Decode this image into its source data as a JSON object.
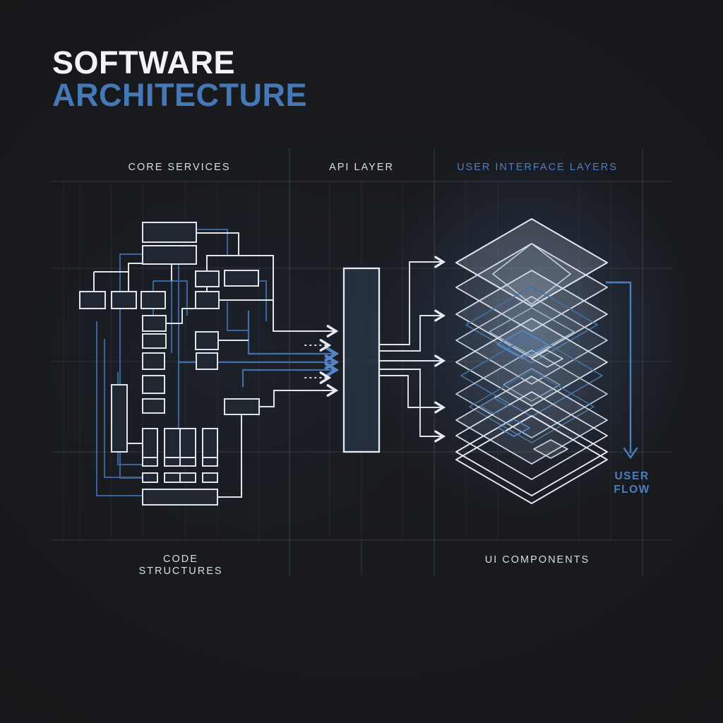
{
  "title": {
    "line1": "SOFTWARE",
    "line2": "ARCHITECTURE"
  },
  "columns": {
    "core_services": "CORE SERVICES",
    "api_layer": "API LAYER",
    "user_interface_layers": "USER INTERFACE LAYERS"
  },
  "footer": {
    "code_structures": {
      "line1": "CODE",
      "line2": "STRUCTURES"
    },
    "ui_components": "UI COMPONENTS"
  },
  "annotations": {
    "user_flow": {
      "line1": "USER",
      "line2": "FLOW"
    }
  },
  "icons": {
    "feed_arrow": "right-arrow",
    "fanout_arrow": "right-arrow",
    "user_flow_arrow": "down-arrow"
  },
  "colors": {
    "background": "#17181b",
    "title_white": "#f1f3f6",
    "title_blue": "#4478b6",
    "label_white": "#d8dde3",
    "accent_blue": "#4b7ec2",
    "line_white": "#e8edf2",
    "line_blue": "#3f6cab",
    "box_fill": "#202731",
    "api_block_fill": "#27344a",
    "grid_line": "#ffffff"
  }
}
